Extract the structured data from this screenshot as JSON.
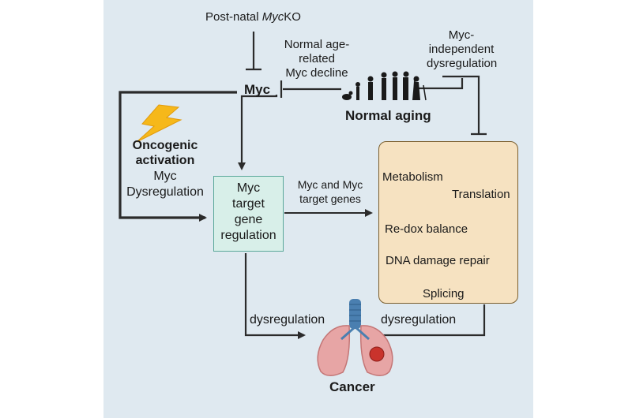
{
  "labels": {
    "postnatal_prefix": "Post-natal ",
    "postnatal_italic": "Myc",
    "postnatal_suffix": "KO",
    "normal_age_1": "Normal age-",
    "normal_age_2": "related",
    "normal_age_3": "Myc decline",
    "myc_indep_1": "Myc-",
    "myc_indep_2": "independent",
    "myc_indep_3": "dysregulation",
    "myc": "Myc",
    "normal_aging": "Normal aging",
    "oncogenic_1": "Oncogenic",
    "oncogenic_2": "activation",
    "oncogenic_3": "Myc",
    "oncogenic_4": "Dysregulation",
    "gene_box_1": "Myc",
    "gene_box_2": "target",
    "gene_box_3": "gene",
    "gene_box_4": "regulation",
    "myc_targets_1": "Myc and Myc",
    "myc_targets_2": "target genes",
    "metabolism": "Metabolism",
    "translation": "Translation",
    "redox": "Re-dox balance",
    "dna_repair": "DNA damage repair",
    "splicing": "Splicing",
    "dysreg_left": "dysregulation",
    "dysreg_right": "dysregulation",
    "cancer": "Cancer"
  },
  "colors": {
    "background_panel": "#dfe9f0",
    "gene_box_fill": "#d8efe9",
    "process_box_fill": "#f6e2c1",
    "lightning": "#f6b81a",
    "lung": "#e7a5a5",
    "tumor": "#c9332c",
    "trachea": "#4a7fb0"
  },
  "icons": [
    "lightning-icon",
    "aging-silhouettes-icon",
    "mitochondrion-icon",
    "ribosome-icon",
    "redox-cell-icon",
    "dna-icon",
    "splicing-icon",
    "lungs-icon"
  ]
}
